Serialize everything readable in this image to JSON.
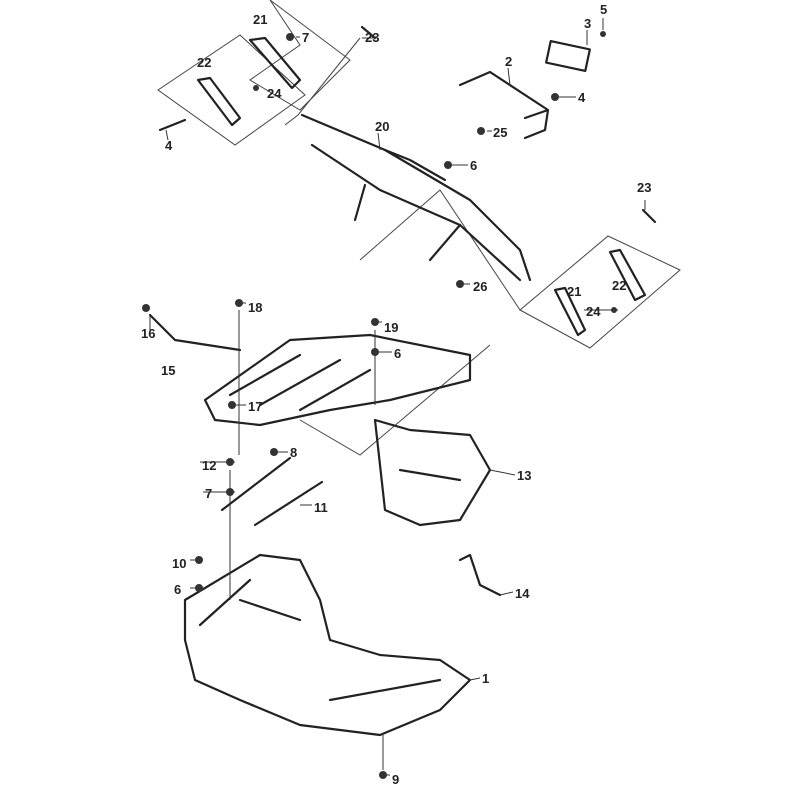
{
  "diagram": {
    "title": "",
    "callouts": [
      {
        "id": "c21a",
        "text": "21"
      },
      {
        "id": "c7a",
        "text": "7"
      },
      {
        "id": "c23a",
        "text": "23"
      },
      {
        "id": "c22a",
        "text": "22"
      },
      {
        "id": "c24a",
        "text": "24"
      },
      {
        "id": "c4a",
        "text": "4"
      },
      {
        "id": "c3",
        "text": "3"
      },
      {
        "id": "c5",
        "text": "5"
      },
      {
        "id": "c2",
        "text": "2"
      },
      {
        "id": "c4b",
        "text": "4"
      },
      {
        "id": "c20",
        "text": "20"
      },
      {
        "id": "c25",
        "text": "25"
      },
      {
        "id": "c6a",
        "text": "6"
      },
      {
        "id": "c23b",
        "text": "23"
      },
      {
        "id": "c26",
        "text": "26"
      },
      {
        "id": "c21b",
        "text": "21"
      },
      {
        "id": "c22b",
        "text": "22"
      },
      {
        "id": "c24b",
        "text": "24"
      },
      {
        "id": "c18",
        "text": "18"
      },
      {
        "id": "c16",
        "text": "16"
      },
      {
        "id": "c19",
        "text": "19"
      },
      {
        "id": "c6b",
        "text": "6"
      },
      {
        "id": "c15",
        "text": "15"
      },
      {
        "id": "c17",
        "text": "17"
      },
      {
        "id": "c8",
        "text": "8"
      },
      {
        "id": "c13",
        "text": "13"
      },
      {
        "id": "c12",
        "text": "12"
      },
      {
        "id": "c7b",
        "text": "7"
      },
      {
        "id": "c11",
        "text": "11"
      },
      {
        "id": "c10",
        "text": "10"
      },
      {
        "id": "c6c",
        "text": "6"
      },
      {
        "id": "c14",
        "text": "14"
      },
      {
        "id": "c1",
        "text": "1"
      },
      {
        "id": "c9",
        "text": "9"
      }
    ]
  }
}
